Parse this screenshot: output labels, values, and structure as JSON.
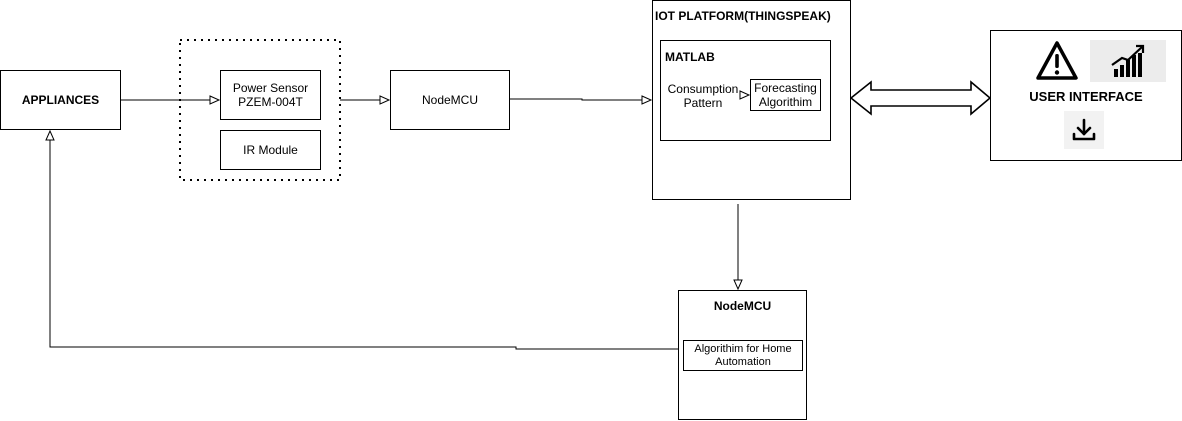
{
  "appliances": {
    "label": "APPLIANCES"
  },
  "sensor_group": {
    "power_sensor": {
      "line1": "Power Sensor",
      "line2": "PZEM-004T"
    },
    "ir_module": {
      "label": "IR Module"
    }
  },
  "nodemcu_top": {
    "label": "NodeMCU"
  },
  "iot_platform": {
    "title": "IOT PLATFORM(THINGSPEAK)",
    "matlab": {
      "title": "MATLAB",
      "consumption": {
        "line1": "Consumption",
        "line2": "Pattern"
      },
      "forecasting": {
        "line1": "Forecasting",
        "line2": "Algorithim"
      }
    }
  },
  "user_interface": {
    "title": "USER INTERFACE",
    "icons": [
      "warning-icon",
      "signal-chart-icon",
      "download-icon"
    ]
  },
  "nodemcu_bottom": {
    "title": "NodeMCU",
    "algorithm": {
      "line1": "Algorithim for Home",
      "line2": "Automation"
    }
  }
}
